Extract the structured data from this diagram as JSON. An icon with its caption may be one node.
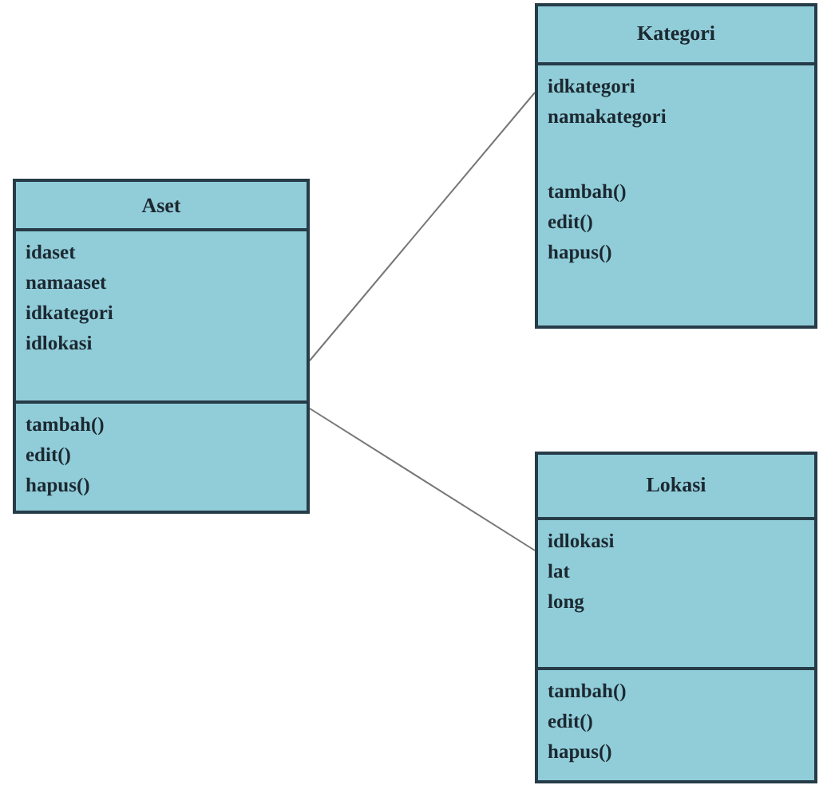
{
  "diagram": {
    "nodes": [
      {
        "text": [
          "Aset",
          "idaset namaaset idkategori idlokasi",
          "tambah() edit() hapus()"
        ]
      },
      {
        "text": [
          "Kategori",
          "idkategori namakategori",
          "tambah() edit() hapus()"
        ]
      },
      {
        "text": [
          "Lokasi",
          "idlokasi lat long",
          "tambah() edit() hapus()"
        ]
      }
    ],
    "edges": [
      {
        "from": 0,
        "to": 1,
        "arrow": "none"
      },
      {
        "from": 0,
        "to": 2,
        "arrow": "none"
      }
    ]
  }
}
